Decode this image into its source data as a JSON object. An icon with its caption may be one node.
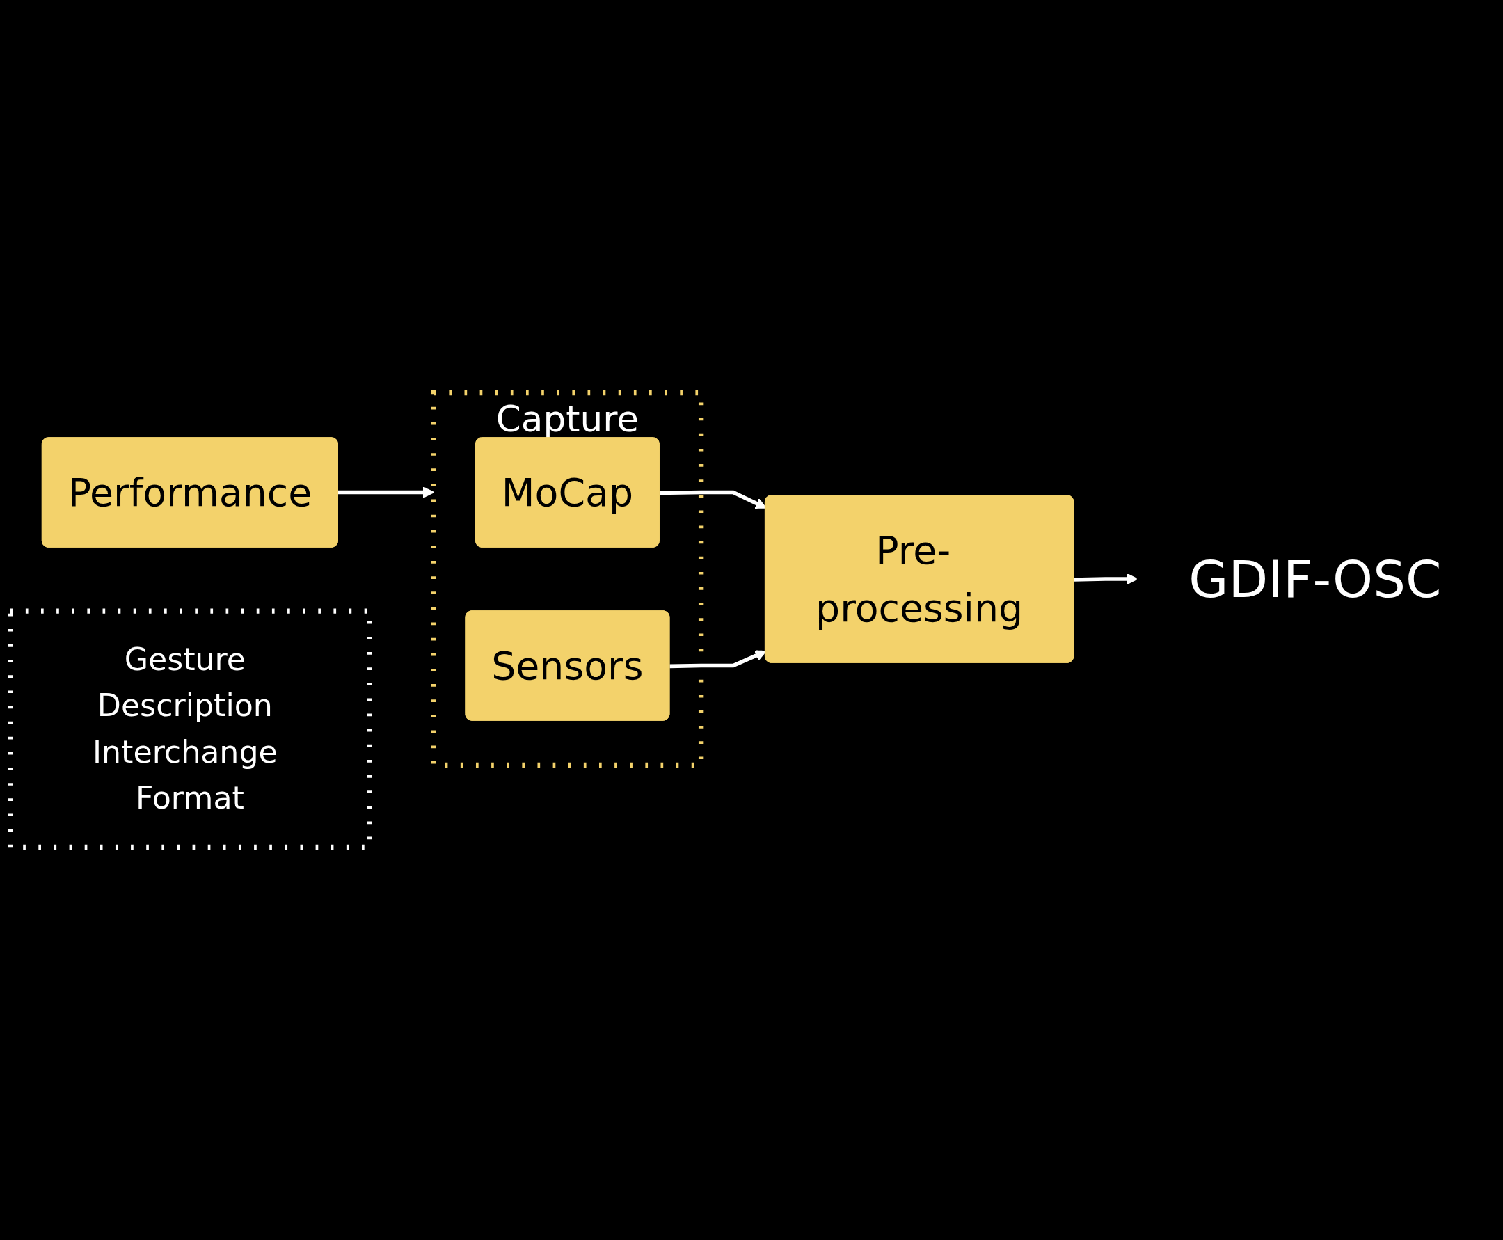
{
  "diagram": {
    "nodes": [
      {
        "text": [
          "Capture"
        ]
      },
      {
        "text": [
          "MoCap"
        ],
        "in": 0
      },
      {
        "text": [
          "Sensors"
        ],
        "in": 0
      },
      {
        "text": [
          "Performance"
        ]
      },
      {
        "text": [
          "Pre- processing"
        ]
      },
      {
        "text": [
          "GDIF-OSC"
        ]
      },
      {
        "text": [
          "Gesture Description Interchange Format"
        ]
      }
    ],
    "edges": [
      {
        "from": 3,
        "to": 0,
        "arrow": "to"
      },
      {
        "from": 1,
        "to": 4,
        "arrow": "to"
      },
      {
        "from": 2,
        "to": 4,
        "arrow": "to"
      },
      {
        "from": 4,
        "to": 5,
        "arrow": "to"
      }
    ]
  }
}
